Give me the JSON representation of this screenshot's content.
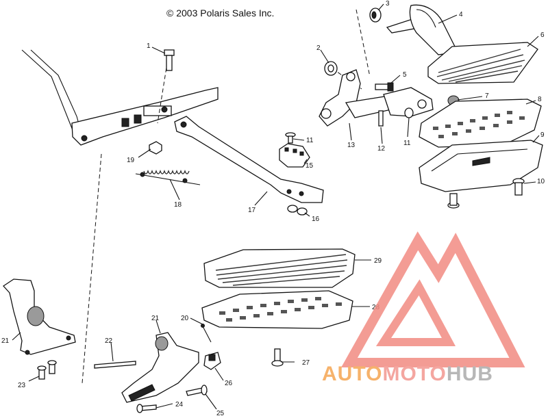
{
  "copyright": "© 2003 Polaris Sales Inc.",
  "watermark": {
    "word_a": "AUTO",
    "word_b": "MOTO",
    "word_c": "HUB",
    "color_a": "#f6b26b",
    "color_b": "#f4a6a0",
    "color_c": "#b7b7b7",
    "logo_color": "#f28b82"
  },
  "callouts": [
    {
      "id": "c1",
      "text": "1"
    },
    {
      "id": "c2",
      "text": "2"
    },
    {
      "id": "c3",
      "text": "3"
    },
    {
      "id": "c4",
      "text": "4"
    },
    {
      "id": "c5",
      "text": "5"
    },
    {
      "id": "c6",
      "text": "6"
    },
    {
      "id": "c7",
      "text": "7"
    },
    {
      "id": "c8",
      "text": "8"
    },
    {
      "id": "c9",
      "text": "9"
    },
    {
      "id": "c10",
      "text": "10"
    },
    {
      "id": "c11a",
      "text": "11"
    },
    {
      "id": "c11b",
      "text": "11"
    },
    {
      "id": "c12",
      "text": "12"
    },
    {
      "id": "c13",
      "text": "13"
    },
    {
      "id": "c15",
      "text": "15"
    },
    {
      "id": "c16",
      "text": "16"
    },
    {
      "id": "c17",
      "text": "17"
    },
    {
      "id": "c18",
      "text": "18"
    },
    {
      "id": "c19",
      "text": "19"
    },
    {
      "id": "c20",
      "text": "20"
    },
    {
      "id": "c21a",
      "text": "21"
    },
    {
      "id": "c21b",
      "text": "21"
    },
    {
      "id": "c22",
      "text": "22"
    },
    {
      "id": "c23",
      "text": "23"
    },
    {
      "id": "c24",
      "text": "24"
    },
    {
      "id": "c25",
      "text": "25"
    },
    {
      "id": "c26",
      "text": "26"
    },
    {
      "id": "c27",
      "text": "27"
    },
    {
      "id": "c28",
      "text": "28"
    },
    {
      "id": "c29",
      "text": "29"
    }
  ]
}
